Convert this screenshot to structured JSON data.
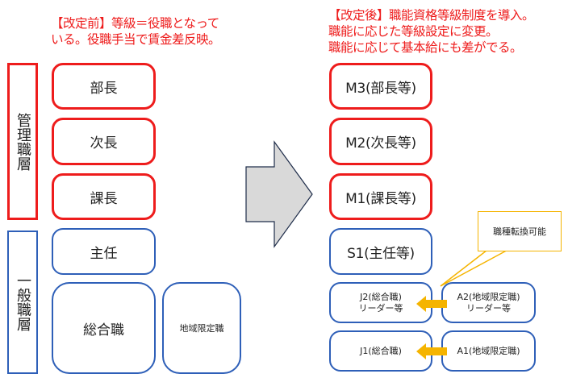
{
  "before": {
    "caption_line1": "【改定前】等級＝役職となって",
    "caption_line2": "いる。役職手当で賃金差反映。",
    "groups": [
      {
        "label": "管理職層",
        "color": "#ee1c1c"
      },
      {
        "label": "一般職層",
        "color": "#2e5fb8"
      }
    ],
    "positions": [
      {
        "label": "部長"
      },
      {
        "label": "次長"
      },
      {
        "label": "課長"
      },
      {
        "label": "主任"
      },
      {
        "label": "総合職"
      },
      {
        "label": "地域限定職"
      }
    ]
  },
  "arrow": {
    "icon": "right-arrow-icon",
    "fill": "#d9d9d9"
  },
  "after": {
    "caption_line1": "【改定後】職能資格等級制度を導入。",
    "caption_line2": "職能に応じた等級設定に変更。",
    "caption_line3": "職能に応じて基本給にも差がでる。",
    "grades": [
      {
        "label": "M3(部長等)"
      },
      {
        "label": "M2(次長等)"
      },
      {
        "label": "M1(課長等)"
      },
      {
        "label": "S1(主任等)"
      }
    ],
    "j2": {
      "line1": "J2(総合職)",
      "line2": "リーダー等"
    },
    "a2": {
      "line1": "A2(地域限定職)",
      "line2": "リーダー等"
    },
    "j1": {
      "label": "J1(総合職)"
    },
    "a1": {
      "label": "A1(地域限定職)"
    },
    "callout": "職種転換可能"
  },
  "colors": {
    "manager": "#ee1c1c",
    "general": "#2e5fb8",
    "callout": "#f5b400",
    "transfer_arrow": "#f5b400"
  }
}
